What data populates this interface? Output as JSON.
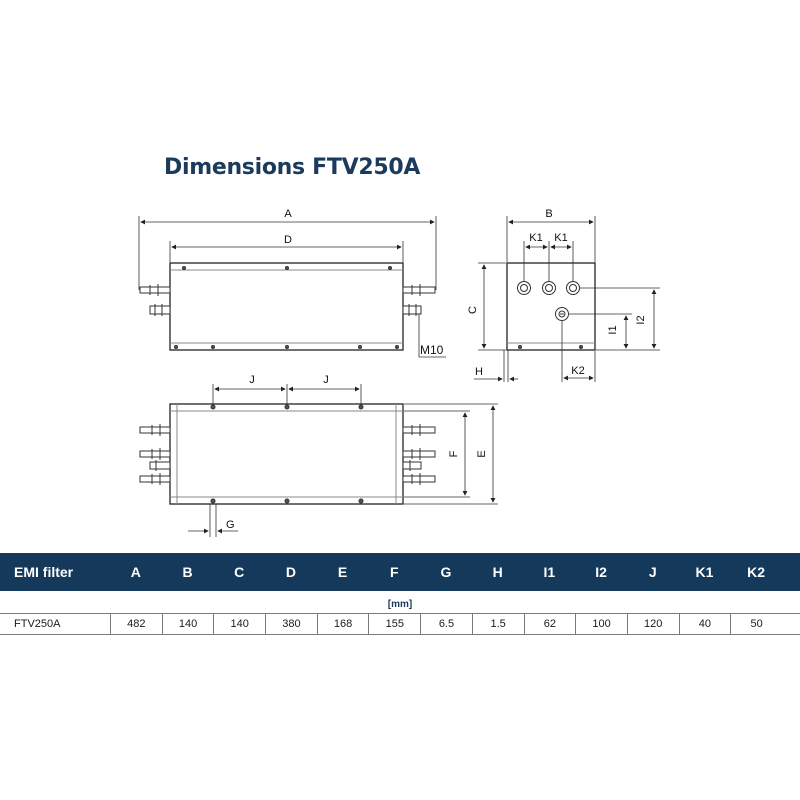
{
  "title": "Dimensions FTV250A",
  "labels": {
    "A": "A",
    "B": "B",
    "C": "C",
    "D": "D",
    "E": "E",
    "F": "F",
    "G": "G",
    "H": "H",
    "I1": "I1",
    "I2": "I2",
    "J": "J",
    "K1": "K1",
    "K2": "K2",
    "M10": "M10"
  },
  "table": {
    "header": [
      "EMI filter",
      "A",
      "B",
      "C",
      "D",
      "E",
      "F",
      "G",
      "H",
      "I1",
      "I2",
      "J",
      "K1",
      "K2"
    ],
    "units": "[mm]",
    "rows": [
      [
        "FTV250A",
        "482",
        "140",
        "140",
        "380",
        "168",
        "155",
        "6.5",
        "1.5",
        "62",
        "100",
        "120",
        "40",
        "50"
      ]
    ]
  },
  "colors": {
    "header_bg": "#15395a",
    "title": "#1b3a5c"
  }
}
